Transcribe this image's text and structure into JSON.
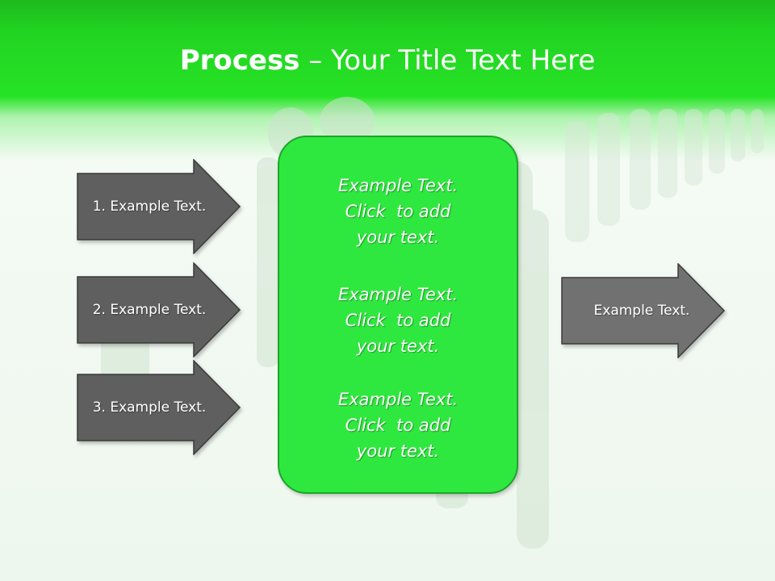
{
  "slide": {
    "title_bold": "Process",
    "title_rest": " – Your Title Text Here"
  },
  "left_arrows": [
    {
      "label": "1. Example Text."
    },
    {
      "label": "2. Example Text."
    },
    {
      "label": "3. Example Text."
    }
  ],
  "center_box": {
    "blocks": [
      {
        "line1": "Example Text.",
        "line2": "Click  to add",
        "line3": "your text."
      },
      {
        "line1": "Example Text.",
        "line2": "Click  to add",
        "line3": "your text."
      },
      {
        "line1": "Example Text.",
        "line2": "Click  to add",
        "line3": "your text."
      }
    ]
  },
  "right_arrow": {
    "label": "Example Text."
  },
  "colors": {
    "header_green": "#22d422",
    "box_green": "#2fe83f",
    "arrow_gray": "#5f5f5f",
    "arrow_light_gray": "#717171"
  }
}
